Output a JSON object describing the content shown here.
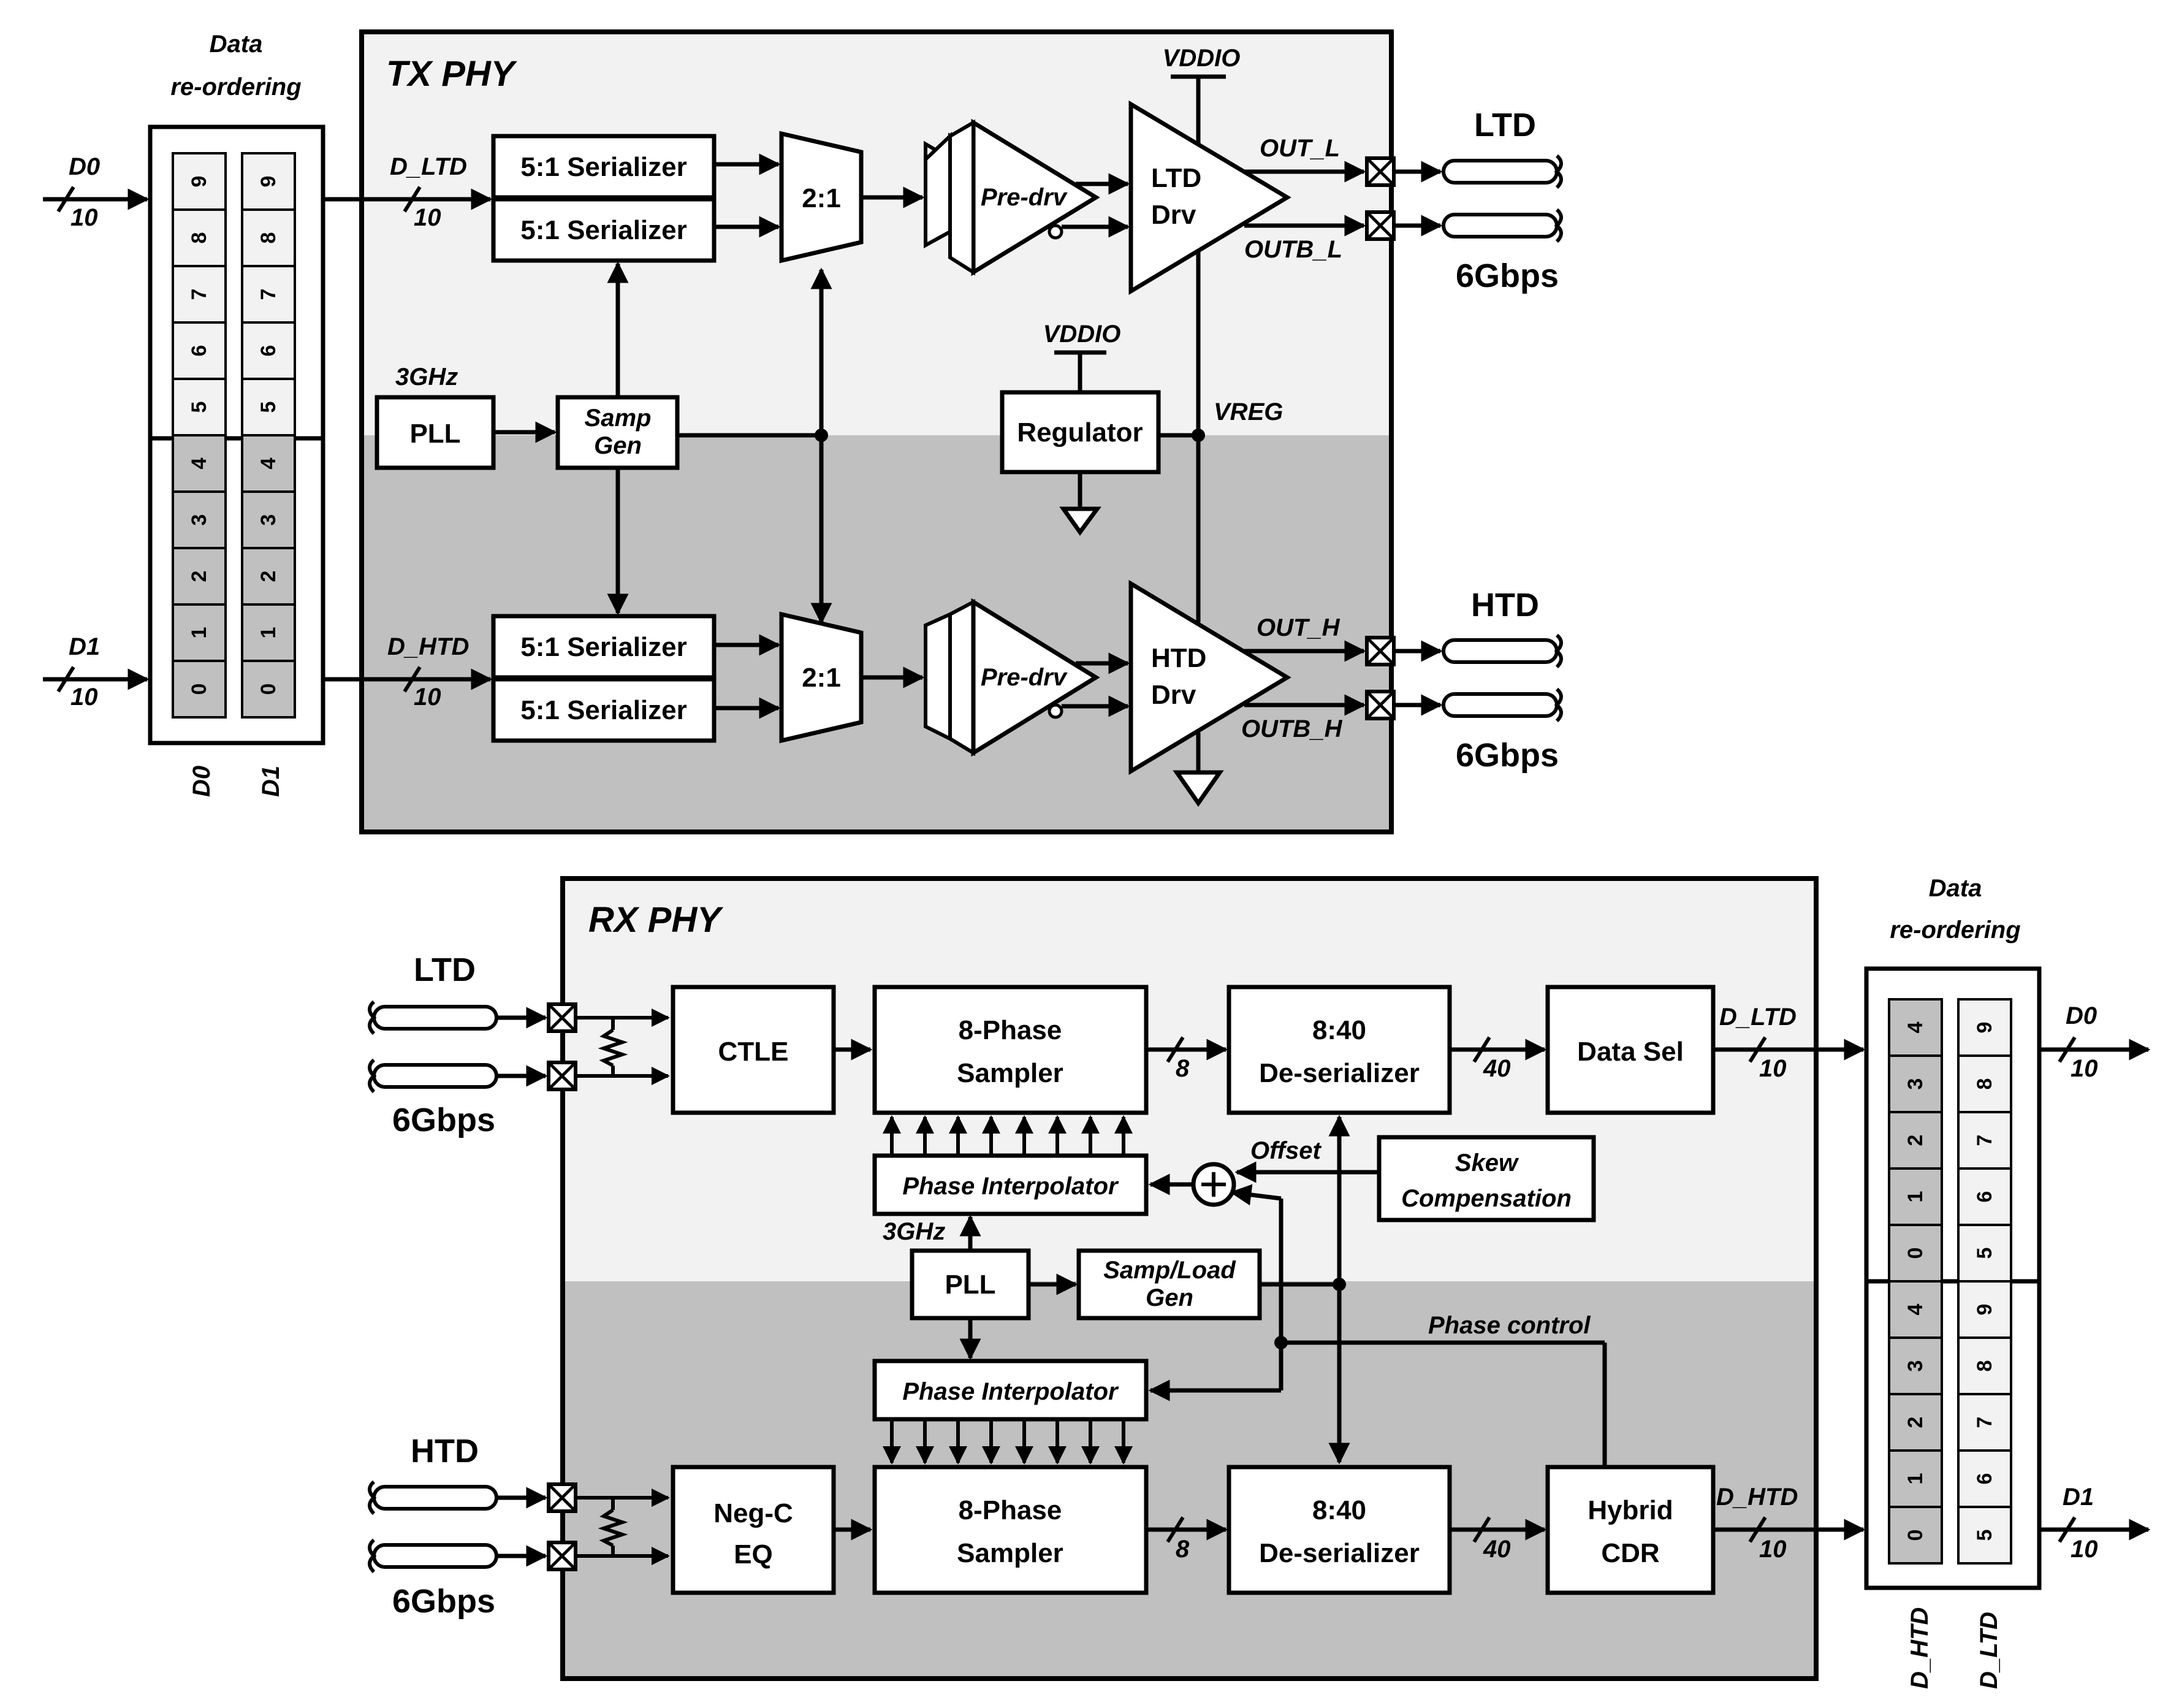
{
  "tx": {
    "title": "TX PHY",
    "reorder": [
      "Data",
      "re-ordering"
    ],
    "in_d0": "D0",
    "in_d1": "D1",
    "bus10": "10",
    "col_d0": "D0",
    "col_d1": "D1",
    "cells": [
      "9",
      "8",
      "7",
      "6",
      "5",
      "4",
      "3",
      "2",
      "1",
      "0"
    ],
    "d_ltd": "D_LTD",
    "d_htd": "D_HTD",
    "serializer": "5:1 Serializer",
    "mux": "2:1",
    "predrv": "Pre-drv",
    "ltd_drv": [
      "LTD",
      "Drv"
    ],
    "htd_drv": [
      "HTD",
      "Drv"
    ],
    "pll": "PLL",
    "freq": "3GHz",
    "samp_gen": [
      "Samp",
      "Gen"
    ],
    "regulator": "Regulator",
    "vddio": "VDDIO",
    "vreg": "VREG",
    "out_l": "OUT_L",
    "outb_l": "OUTB_L",
    "out_h": "OUT_H",
    "outb_h": "OUTB_H",
    "ltd": "LTD",
    "htd": "HTD",
    "rate": "6Gbps"
  },
  "rx": {
    "title": "RX PHY",
    "ltd": "LTD",
    "htd": "HTD",
    "rate": "6Gbps",
    "ctle": "CTLE",
    "negc": [
      "Neg-C",
      "EQ"
    ],
    "sampler": [
      "8-Phase",
      "Sampler"
    ],
    "deser": [
      "8:40",
      "De-serializer"
    ],
    "datasel": "Data Sel",
    "cdr": [
      "Hybrid",
      "CDR"
    ],
    "phase_interp": "Phase Interpolator",
    "pll": "PLL",
    "freq": "3GHz",
    "samp_load": [
      "Samp/Load",
      "Gen"
    ],
    "skew": [
      "Skew",
      "Compensation"
    ],
    "offset": "Offset",
    "phase_control": "Phase control",
    "bus8": "8",
    "bus40": "40",
    "bus10": "10",
    "d_ltd": "D_LTD",
    "d_htd": "D_HTD",
    "out_d0": "D0",
    "out_d1": "D1",
    "reorder": [
      "Data",
      "re-ordering"
    ],
    "col_htd": "D_HTD",
    "col_ltd": "D_LTD",
    "cells_left": [
      "4",
      "3",
      "2",
      "1",
      "0",
      "4",
      "3",
      "2",
      "1",
      "0"
    ],
    "cells_right": [
      "9",
      "8",
      "7",
      "6",
      "5",
      "9",
      "8",
      "7",
      "6",
      "5"
    ]
  }
}
